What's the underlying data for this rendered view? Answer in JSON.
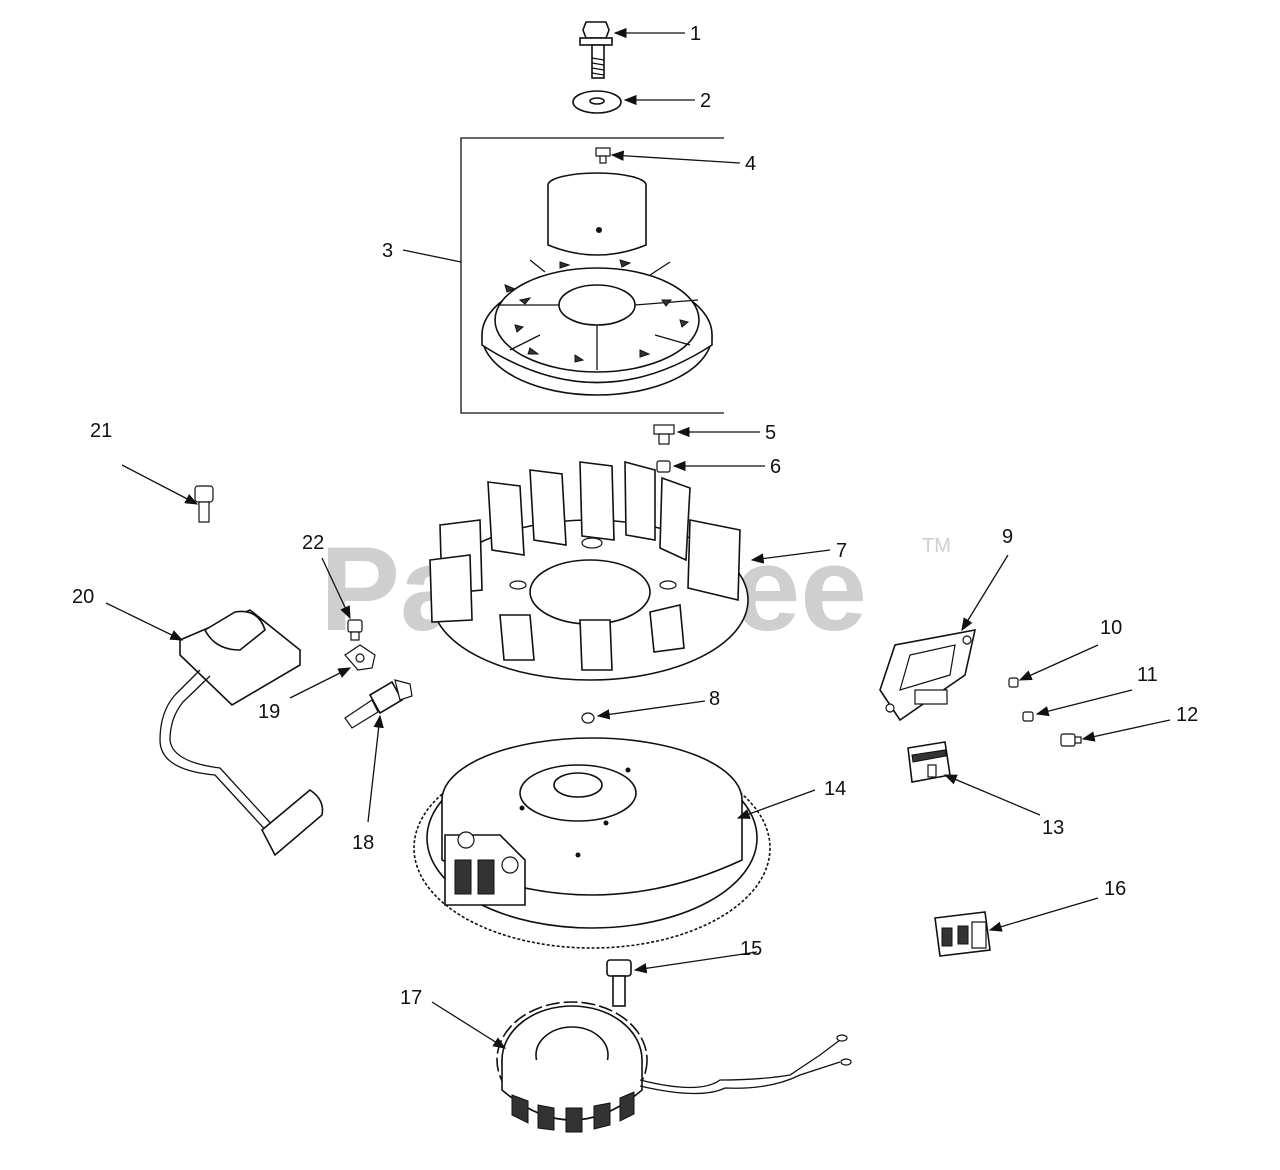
{
  "watermark": {
    "text": "PartsTree",
    "tm": "TM"
  },
  "callouts": [
    {
      "id": "1",
      "label": "1"
    },
    {
      "id": "2",
      "label": "2"
    },
    {
      "id": "3",
      "label": "3"
    },
    {
      "id": "4",
      "label": "4"
    },
    {
      "id": "5",
      "label": "5"
    },
    {
      "id": "6",
      "label": "6"
    },
    {
      "id": "7",
      "label": "7"
    },
    {
      "id": "8",
      "label": "8"
    },
    {
      "id": "9",
      "label": "9"
    },
    {
      "id": "10",
      "label": "10"
    },
    {
      "id": "11",
      "label": "11"
    },
    {
      "id": "12",
      "label": "12"
    },
    {
      "id": "13",
      "label": "13"
    },
    {
      "id": "14",
      "label": "14"
    },
    {
      "id": "15",
      "label": "15"
    },
    {
      "id": "16",
      "label": "16"
    },
    {
      "id": "17",
      "label": "17"
    },
    {
      "id": "18",
      "label": "18"
    },
    {
      "id": "19",
      "label": "19"
    },
    {
      "id": "20",
      "label": "20"
    },
    {
      "id": "21",
      "label": "21"
    },
    {
      "id": "22",
      "label": "22"
    }
  ]
}
